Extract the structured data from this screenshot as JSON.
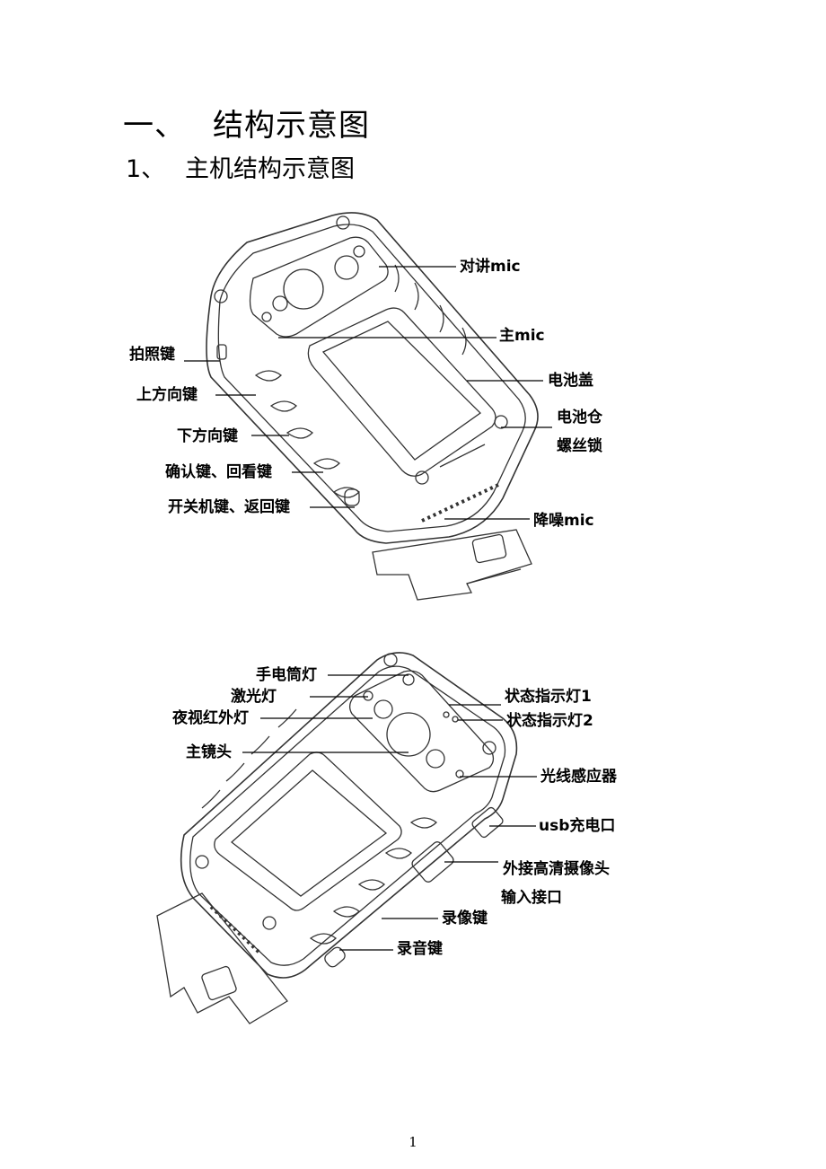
{
  "heading": {
    "number": "一、",
    "title": "结构示意图"
  },
  "subheading": {
    "number": "1、",
    "title": "主机结构示意图"
  },
  "figure1_labels": {
    "intercom_mic": "对讲mic",
    "main_mic": "主mic",
    "photo_key": "拍照键",
    "up_key": "上方向键",
    "battery_cover": "电池盖",
    "battery_lock_1": "电池仓",
    "battery_lock_2": "螺丝锁",
    "down_key": "下方向键",
    "confirm_key": "确认键、回看键",
    "power_key": "开关机键、返回键",
    "noise_mic": "降噪mic"
  },
  "figure2_labels": {
    "flashlight": "手电筒灯",
    "laser": "激光灯",
    "status_light_1": "状态指示灯1",
    "ir_light": "夜视红外灯",
    "status_light_2": "状态指示灯2",
    "main_lens": "主镜头",
    "light_sensor": "光线感应器",
    "usb_port": "usb充电口",
    "ext_camera_1": "外接高清摄像头",
    "ext_camera_2": "输入接口",
    "record_video_key": "录像键",
    "record_audio_key": "录音键"
  },
  "page_number": "1"
}
